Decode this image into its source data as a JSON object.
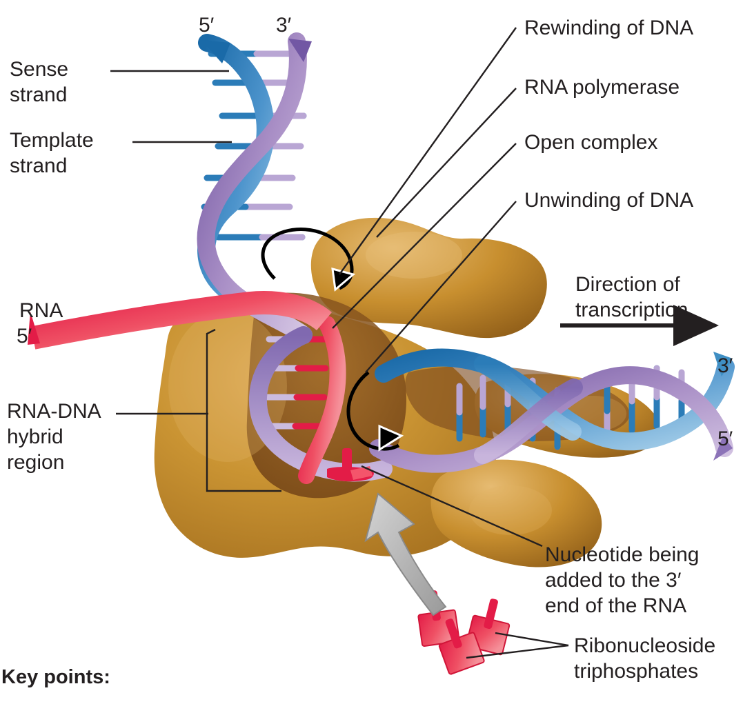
{
  "figure": {
    "title_visible": false,
    "subject": "Transcription elongation by RNA polymerase",
    "background_color": "#ffffff"
  },
  "labels": {
    "sense_strand": "Sense\nstrand",
    "template_strand": "Template\nstrand",
    "rna": "RNA",
    "rna_five_prime": "5′",
    "rna_dna_hybrid": "RNA-DNA\nhybrid\nregion",
    "rewinding": "Rewinding of DNA",
    "rna_polymerase": "RNA polymerase",
    "open_complex": "Open complex",
    "unwinding": "Unwinding of DNA",
    "direction_of_transcription": "Direction of\ntranscription",
    "nucleotide_added": "Nucleotide being\nadded to the 3′\nend of the RNA",
    "ribonucleoside_triphosphates": "Ribonucleoside\ntriphosphates",
    "key_points": "Key points:"
  },
  "strand_ends": {
    "upstream_sense_5": "5′",
    "upstream_template_3": "3′",
    "downstream_top_3": "3′",
    "downstream_bottom_5": "5′"
  },
  "colors": {
    "sense_strand_blue_dark": "#1a6aa8",
    "sense_strand_blue_light": "#8fc2e6",
    "template_strand_purple_dark": "#7257a4",
    "template_strand_purple_light": "#cbb8de",
    "rna_red_dark": "#e31c47",
    "rna_red_light": "#f4868f",
    "polymerase_gold": "#c9912f",
    "polymerase_gold_light": "#d9a84e",
    "polymerase_shadow": "#7d4a1e",
    "leader_line": "#231f20",
    "gray_arrow": "#b3b3b3",
    "text": "#231f20"
  },
  "elements": {
    "ntp_count": 3,
    "ntp_shape": "square-with-stem",
    "rotation_arrow_count": 2,
    "direction_arrow": "right-arrow",
    "supply_arrow": "curved-gray-arrow"
  }
}
